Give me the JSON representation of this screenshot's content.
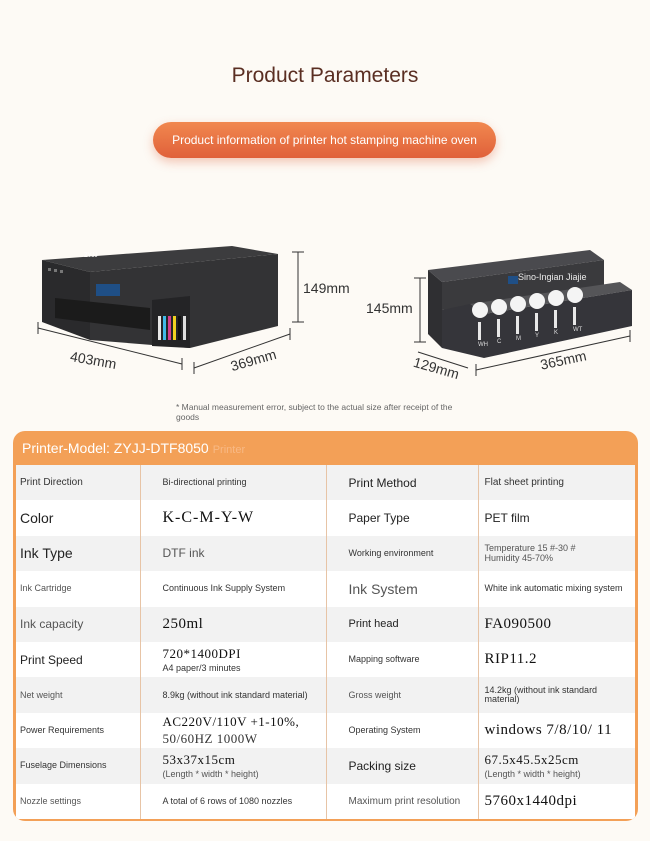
{
  "header": {
    "title": "Product Parameters",
    "subtitle": "Product information of printer hot stamping machine oven"
  },
  "products": {
    "printer": {
      "logo_text": "ZYJJ",
      "width": "403mm",
      "depth": "369mm",
      "height": "149mm"
    },
    "ink_box": {
      "brand": "Sino-Ingian Jiajie",
      "height": "145mm",
      "depth": "129mm",
      "width": "365mm",
      "bottle_labels": [
        "WH",
        "C",
        "M",
        "Y",
        "K",
        "WT"
      ]
    }
  },
  "note": "* Manual measurement error, subject to the actual size after receipt of the goods",
  "specs": {
    "heading": "Printer-Model: ZYJJ-DTF8050",
    "heading_ghost": "Printer",
    "rows": [
      {
        "l1": "Print Direction",
        "v1": "Bi-directional printing",
        "l2": "Print Method",
        "v2": "Flat sheet printing"
      },
      {
        "l1": "Color",
        "v1": "K-C-M-Y-W",
        "l2": "Paper Type",
        "v2": "PET film"
      },
      {
        "l1": "Ink Type",
        "v1": "DTF ink",
        "l2": "Working environment",
        "v2": "Temperature 15 #-30 #",
        "v2b": "Humidity 45-70%"
      },
      {
        "l1": "Ink Cartridge",
        "v1": "Continuous Ink Supply System",
        "l2": "Ink System",
        "v2": "White ink automatic mixing system"
      },
      {
        "l1": "Ink capacity",
        "v1": "250ml",
        "l2": "Print head",
        "v2": "FA090500"
      },
      {
        "l1": "Print Speed",
        "v1": "720*1400DPI",
        "v1b": "A4 paper/3 minutes",
        "l2": "Mapping software",
        "v2": "RIP11.2"
      },
      {
        "l1": "Net weight",
        "v1": "8.9kg (without ink standard material)",
        "l2": "Gross weight",
        "v2": "14.2kg (without ink standard material)"
      },
      {
        "l1": "Power Requirements",
        "v1": "AC220V/110V +1-10%,",
        "v1b": "50/60HZ 1000W",
        "l2": "Operating System",
        "v2": "windows 7/8/10/ 11"
      },
      {
        "l1": "Fuselage Dimensions",
        "v1": "53x37x15cm",
        "v1b": "(Length * width * height)",
        "l2": "Packing size",
        "v2": "67.5x45.5x25cm",
        "v2b": "(Length * width * height)"
      },
      {
        "l1": "Nozzle settings",
        "v1": "A total of 6 rows of 1080 nozzles",
        "l2": "Maximum print resolution",
        "v2": "5760x1440dpi"
      }
    ]
  },
  "colors": {
    "accent": "#e0603a",
    "panel": "#f3a057",
    "title": "#5a2e22"
  }
}
